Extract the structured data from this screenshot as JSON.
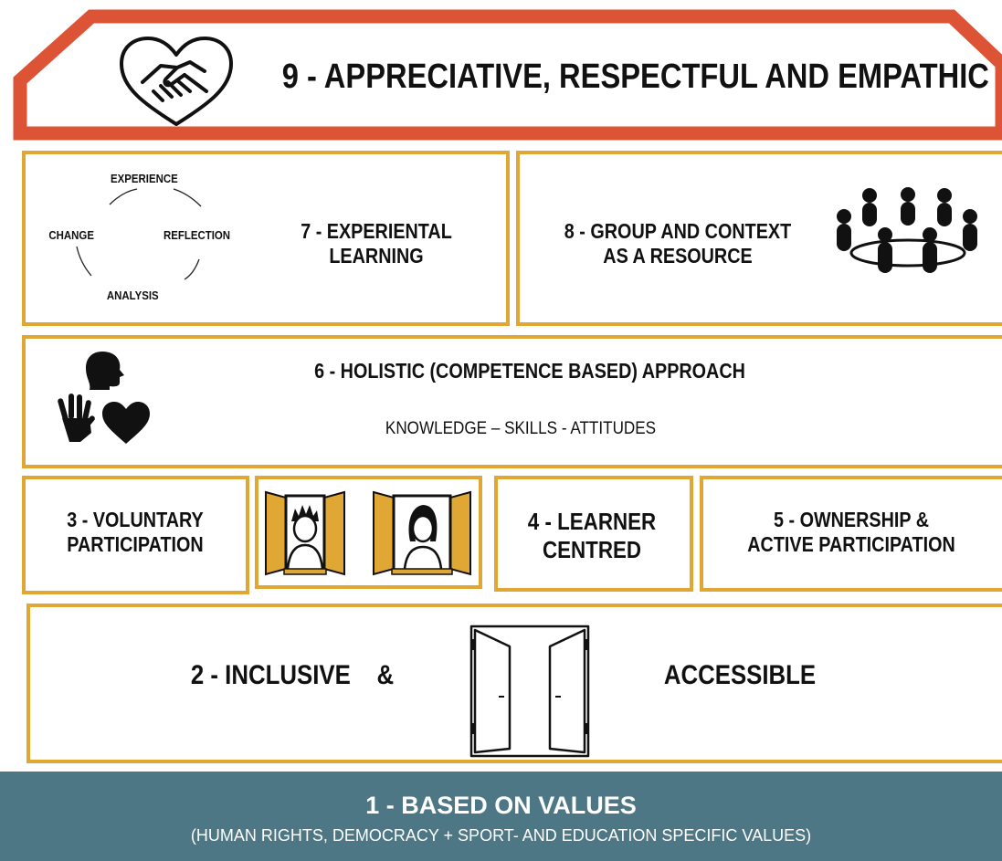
{
  "roof": {
    "title": "9 - APPRECIATIVE, RESPECTFUL AND EMPATHIC",
    "icon": "heart-handshake-icon",
    "border_color": "#dc5435"
  },
  "row_learning": {
    "experiential": {
      "title_line1": "7 - EXPERIENTAL",
      "title_line2": "LEARNING",
      "cycle": {
        "top": "EXPERIENCE",
        "right": "REFLECTION",
        "bottom": "ANALYSIS",
        "left": "CHANGE"
      }
    },
    "group": {
      "title_line1": "8 - GROUP AND CONTEXT",
      "title_line2": "AS A RESOURCE",
      "icon": "group-circle-icon"
    }
  },
  "holistic": {
    "title": "6 - HOLISTIC (COMPETENCE BASED) APPROACH",
    "subtitle": "KNOWLEDGE – SKILLS - ATTITUDES",
    "icons": [
      "head-icon",
      "hand-icon",
      "heart-icon"
    ]
  },
  "row_participation": {
    "voluntary": {
      "line1": "3 - VOLUNTARY",
      "line2": "PARTICIPATION"
    },
    "windows_icon": "open-windows-people-icon",
    "learner": {
      "line1": "4 - LEARNER",
      "line2": "CENTRED"
    },
    "ownership": {
      "line1": "5 - OWNERSHIP &",
      "line2": "ACTIVE PARTICIPATION"
    }
  },
  "inclusive": {
    "left_text": "2 - INCLUSIVE    &",
    "right_text": "ACCESSIBLE",
    "icon": "open-door-icon"
  },
  "foundation": {
    "title": "1 - BASED ON VALUES",
    "subtitle": "(HUMAN RIGHTS, DEMOCRACY + SPORT- AND EDUCATION SPECIFIC VALUES)",
    "color": "#4e7786"
  },
  "colors": {
    "frame": "#e0a735",
    "roof": "#dc5435",
    "foundation": "#4e7786"
  }
}
